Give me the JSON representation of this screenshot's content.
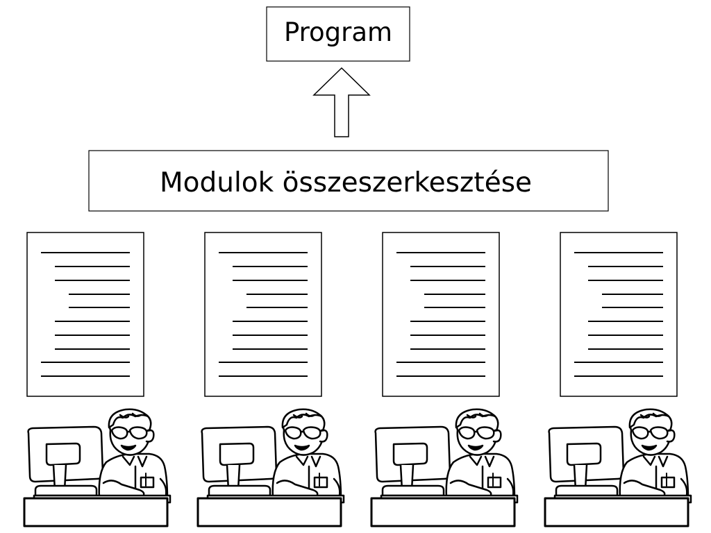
{
  "diagram": {
    "top_box": {
      "label": "Program"
    },
    "merge_box": {
      "label": "Modulok összeszerkesztése"
    },
    "modules": [
      {
        "kind": "source-document"
      },
      {
        "kind": "source-document"
      },
      {
        "kind": "source-document"
      },
      {
        "kind": "source-document"
      }
    ],
    "programmers": [
      {
        "kind": "programmer-at-computer"
      },
      {
        "kind": "programmer-at-computer"
      },
      {
        "kind": "programmer-at-computer"
      },
      {
        "kind": "programmer-at-computer"
      }
    ],
    "colors": {
      "stroke": "#000000",
      "fill": "#ffffff"
    }
  }
}
